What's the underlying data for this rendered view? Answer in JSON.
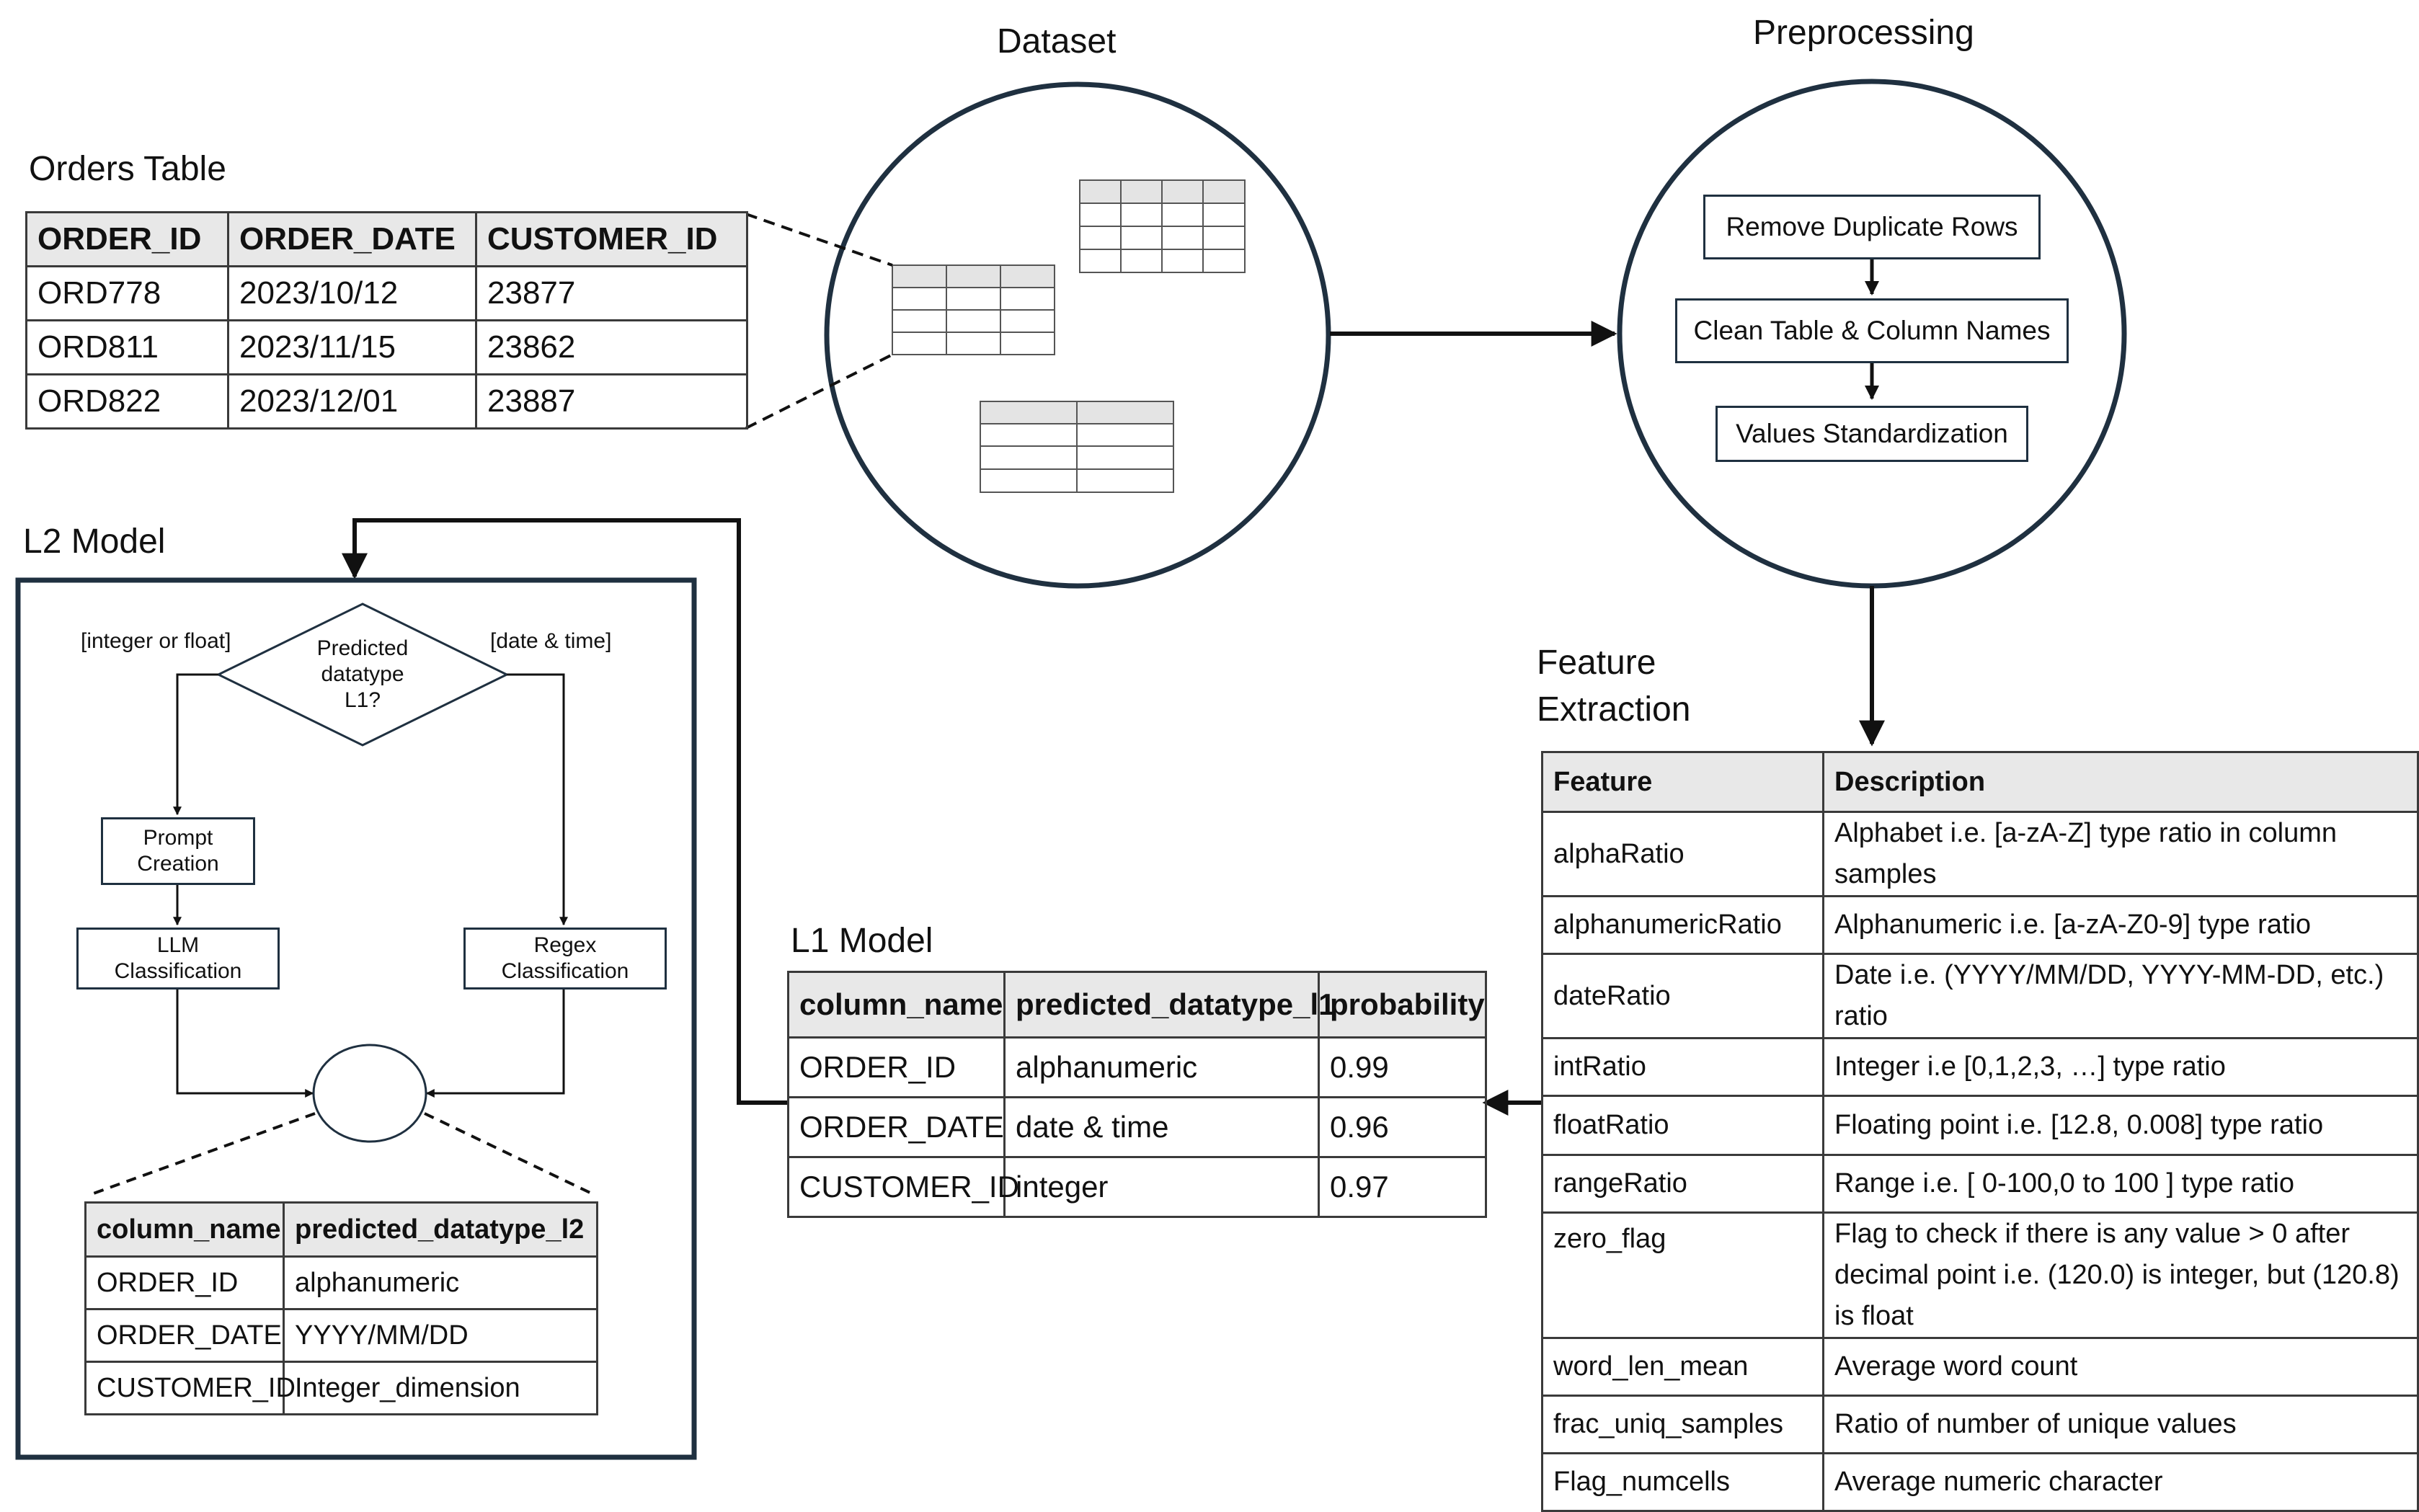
{
  "headings": {
    "dataset": "Dataset",
    "preprocessing": "Preprocessing",
    "orders_table": "Orders Table",
    "l2_model": "L2 Model",
    "feature_extraction": "Feature\nExtraction",
    "l1_model": "L1 Model"
  },
  "orders_table": {
    "headers": [
      "ORDER_ID",
      "ORDER_DATE",
      "CUSTOMER_ID"
    ],
    "rows": [
      [
        "ORD778",
        "2023/10/12",
        "23877"
      ],
      [
        "ORD811",
        "2023/11/15",
        "23862"
      ],
      [
        "ORD822",
        "2023/12/01",
        "23887"
      ]
    ]
  },
  "preprocessing_steps": [
    "Remove Duplicate Rows",
    "Clean Table & Column Names",
    "Values Standardization"
  ],
  "feature_table": {
    "headers": [
      "Feature",
      "Description"
    ],
    "rows": [
      [
        "alphaRatio",
        "Alphabet i.e. [a-zA-Z] type ratio in column samples"
      ],
      [
        "alphanumericRatio",
        "Alphanumeric i.e. [a-zA-Z0-9] type ratio"
      ],
      [
        "dateRatio",
        "Date i.e. (YYYY/MM/DD, YYYY-MM-DD, etc.) ratio"
      ],
      [
        "intRatio",
        "Integer i.e [0,1,2,3, …] type ratio"
      ],
      [
        "floatRatio",
        "Floating point i.e. [12.8, 0.008] type ratio"
      ],
      [
        "rangeRatio",
        "Range i.e. [ 0-100,0 to 100 ] type ratio"
      ],
      [
        "zero_flag",
        "Flag to check if there is any value > 0 after decimal point i.e.   (120.0) is integer, but (120.8) is float"
      ],
      [
        "word_len_mean",
        "Average word count"
      ],
      [
        "frac_uniq_samples",
        "Ratio of number of unique values"
      ],
      [
        "Flag_numcells",
        "Average numeric character"
      ]
    ]
  },
  "l1_table": {
    "headers": [
      "column_name",
      "predicted_datatype_l1",
      "probability"
    ],
    "rows": [
      [
        "ORDER_ID",
        "alphanumeric",
        "0.99"
      ],
      [
        "ORDER_DATE",
        "date & time",
        "0.96"
      ],
      [
        "CUSTOMER_ID",
        "integer",
        "0.97"
      ]
    ]
  },
  "l2_flow": {
    "decision": "Predicted\ndatatype\nL1?",
    "branch_left_label": "[integer or float]",
    "branch_right_label": "[date & time]",
    "prompt_creation": "Prompt\nCreation",
    "llm_classification": "LLM\nClassification",
    "regex_classification": "Regex\nClassification"
  },
  "l2_table": {
    "headers": [
      "column_name",
      "predicted_datatype_l2"
    ],
    "rows": [
      [
        "ORDER_ID",
        "alphanumeric"
      ],
      [
        "ORDER_DATE",
        "YYYY/MM/DD"
      ],
      [
        "CUSTOMER_ID",
        "Integer_dimension"
      ]
    ]
  },
  "colors": {
    "stroke": "#1f3040",
    "table_border": "#3a3a3a",
    "header_fill": "#e8e8e8"
  }
}
